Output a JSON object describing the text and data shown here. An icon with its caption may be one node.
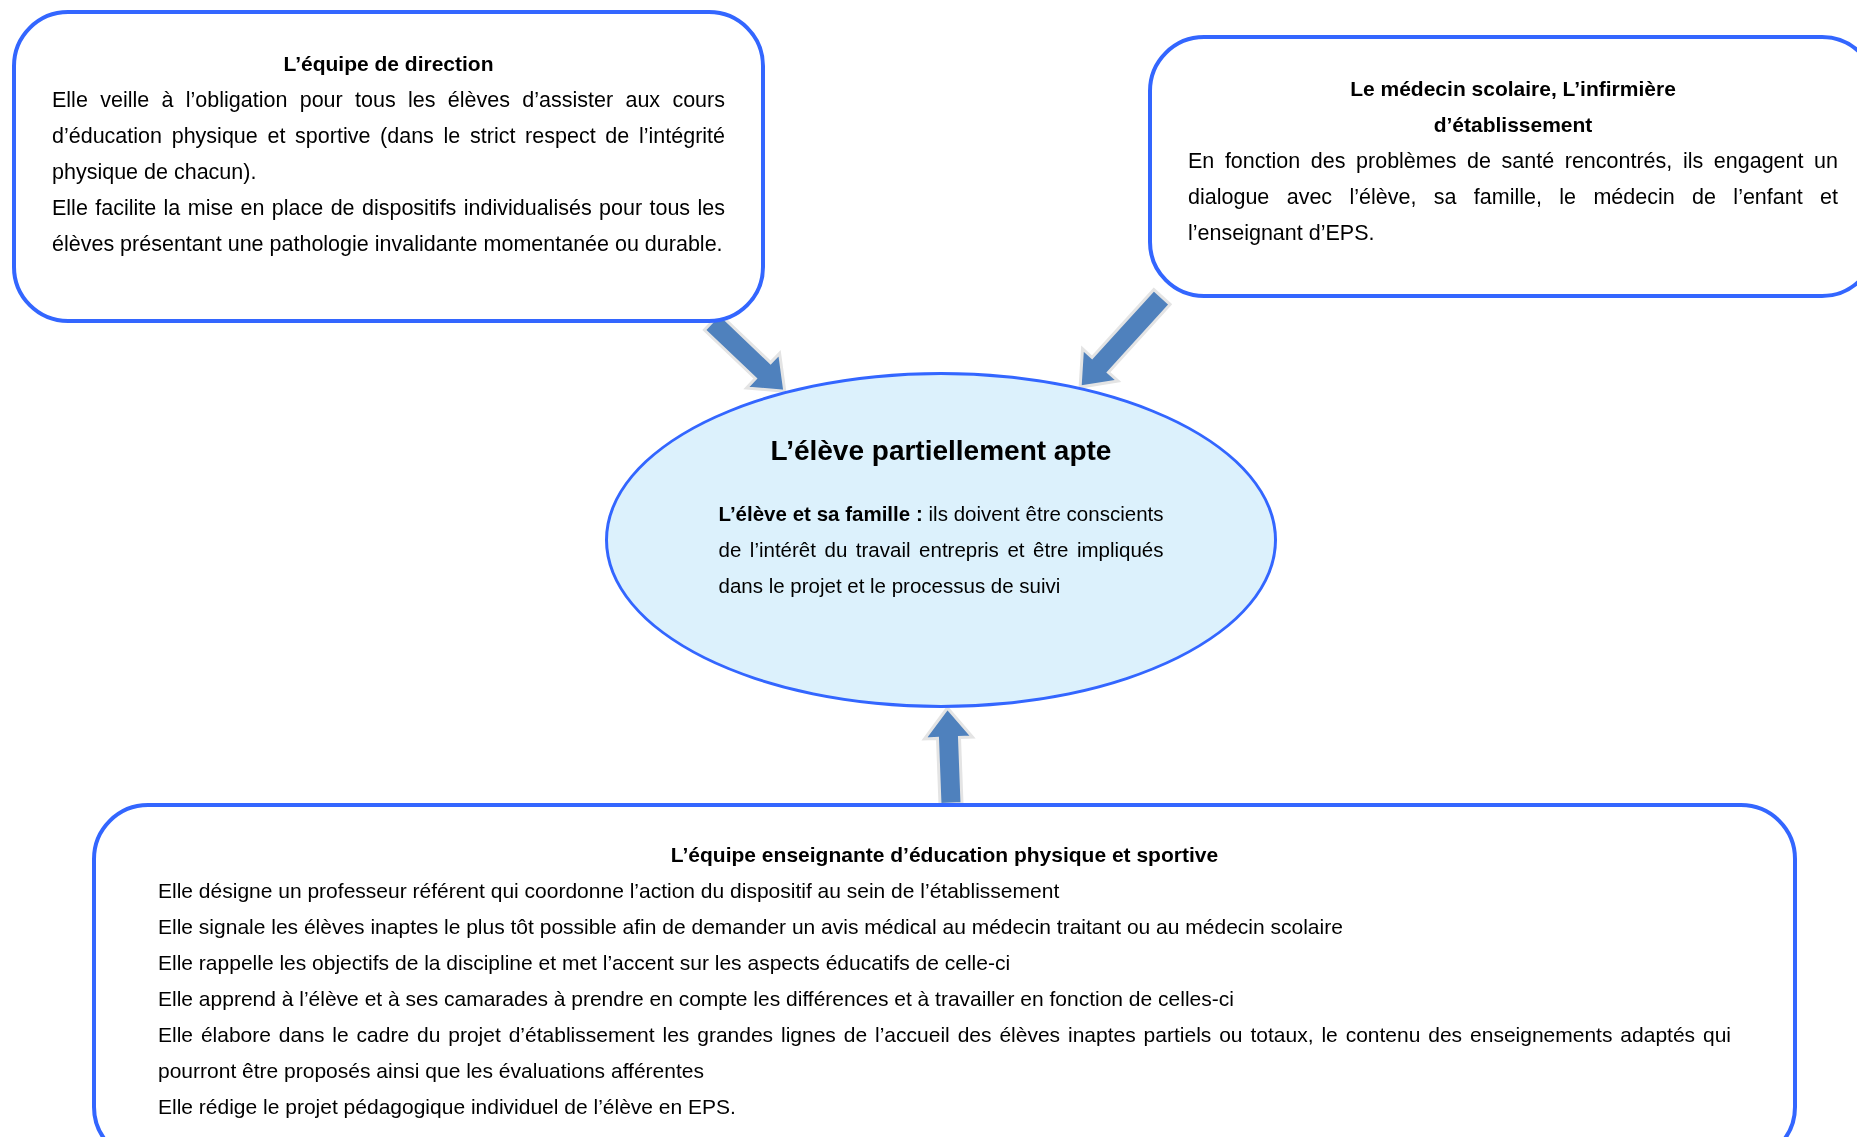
{
  "diagram": {
    "nodes": [
      {
        "text": [
          "L’équipe de direction",
          "Elle veille à l’obligation pour tous les élèves d’assister aux cours d’éducation physique et sportive (dans le strict respect de l’intégrité physique de chacun).",
          "Elle facilite la mise en place de dispositifs individualisés pour tous les élèves présentant une pathologie invalidante momentanée ou durable."
        ]
      },
      {
        "text": [
          "Le médecin scolaire, L’infirmière d’établissement",
          "En fonction des problèmes de santé rencontrés, ils engagent un dialogue avec l’élève, sa famille, le médecin de l’enfant et l’enseignant d’EPS."
        ]
      },
      {
        "text": [
          "L’élève partiellement apte",
          "**L’élève et sa famille :** ils doivent être conscients de l’intérêt du travail entrepris et être impliqués dans le projet et le processus de suivi"
        ]
      },
      {
        "text": [
          "L’équipe enseignante d’éducation physique et sportive",
          "Elle désigne un professeur référent qui coordonne l’action du dispositif au sein de l’établissement",
          "Elle signale les élèves inaptes le plus tôt possible afin de demander un avis médical au médecin traitant ou au médecin scolaire",
          "Elle rappelle les objectifs de la discipline et met l’accent sur les aspects éducatifs de celle-ci",
          "Elle apprend à l’élève et à ses camarades à prendre en compte les différences et à travailler en fonction de celles-ci",
          "Elle élabore dans le cadre du projet d’établissement les grandes lignes de l’accueil des élèves inaptes partiels ou totaux, le contenu des enseignements adaptés qui pourront être proposés ainsi que les évaluations afférentes",
          "Elle rédige le projet pédagogique individuel  de l’élève en EPS."
        ]
      }
    ],
    "edges": [
      {
        "from": 0,
        "to": 2,
        "arrow": "to",
        "style": "thick"
      },
      {
        "from": 1,
        "to": 2,
        "arrow": "to",
        "style": "thick"
      },
      {
        "from": 3,
        "to": 2,
        "arrow": "to",
        "style": "thick"
      }
    ]
  }
}
